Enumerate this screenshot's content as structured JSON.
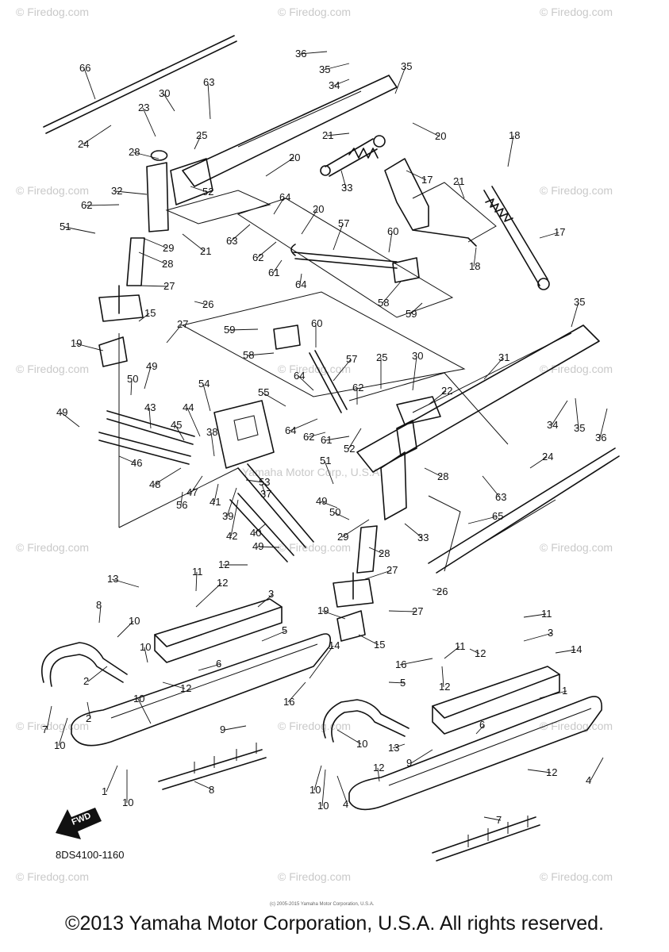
{
  "diagram": {
    "part_code": "8DS4100-1160",
    "fwd_label": "FWD",
    "watermark": "© Firedog.com",
    "center_watermark": "Yamaha Motor Corp., U.S.A.",
    "small_copyright": "(c) 2005-2015 Yamaha Motor Corporation, U.S.A.",
    "callouts": [
      "66",
      "36",
      "35",
      "35",
      "34",
      "30",
      "63",
      "23",
      "25",
      "24",
      "28",
      "20",
      "21",
      "20",
      "52",
      "32",
      "18",
      "17",
      "33",
      "62",
      "64",
      "20",
      "21",
      "51",
      "29",
      "21",
      "63",
      "57",
      "62",
      "60",
      "61",
      "28",
      "17",
      "18",
      "64",
      "27",
      "26",
      "58",
      "59",
      "15",
      "27",
      "19",
      "35",
      "59",
      "60",
      "58",
      "57",
      "25",
      "30",
      "31",
      "22",
      "50",
      "49",
      "64",
      "62",
      "54",
      "55",
      "44",
      "45",
      "43",
      "38",
      "49",
      "64",
      "62",
      "61",
      "52",
      "46",
      "51",
      "24",
      "34",
      "35",
      "36",
      "48",
      "47",
      "53",
      "37",
      "28",
      "63",
      "65",
      "56",
      "41",
      "39",
      "42",
      "49",
      "50",
      "33",
      "40",
      "29",
      "28",
      "49",
      "12",
      "27",
      "13",
      "11",
      "26",
      "12",
      "3",
      "8",
      "10",
      "5",
      "10",
      "6",
      "14",
      "19",
      "27",
      "2",
      "12",
      "15",
      "16",
      "12",
      "11",
      "3",
      "11",
      "16",
      "14",
      "12",
      "5",
      "1",
      "10",
      "6",
      "9",
      "7",
      "10",
      "2",
      "10",
      "13",
      "4",
      "8",
      "9",
      "12",
      "10",
      "1",
      "12",
      "10",
      "4",
      "10",
      "7"
    ]
  },
  "footer": {
    "copyright": "©2013 Yamaha Motor Corporation, U.S.A. All rights reserved."
  }
}
